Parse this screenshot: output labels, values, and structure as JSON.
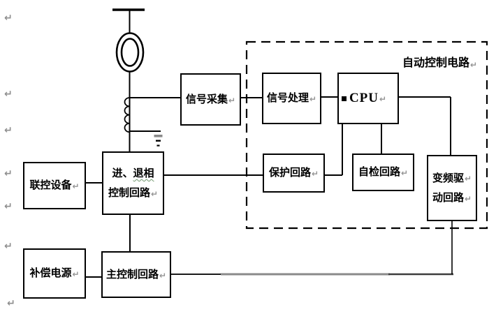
{
  "icons": {
    "paragraph_mark": "↵"
  },
  "colors": {
    "line_black": "#000000",
    "line_gray": "#8a8a8a",
    "mark_gray": "#949494",
    "spellcheck_squiggle": "#70986e"
  },
  "diagram": {
    "title": "自动控制电路",
    "boxes": {
      "signal_collect": "信号采集",
      "signal_process": "信号处理",
      "cpu": "CPU",
      "protect": "保护回路",
      "self_check": "自检回路",
      "vfd_line1": "变频驱",
      "vfd_line2": "动回路",
      "link_ctrl": "联控设备",
      "phase_line1_prefix": "进、",
      "phase_line1_flagged": "退相",
      "phase_line2": "控制回路",
      "comp_power": "补偿电源",
      "main_ctrl": "主控制回路"
    }
  }
}
